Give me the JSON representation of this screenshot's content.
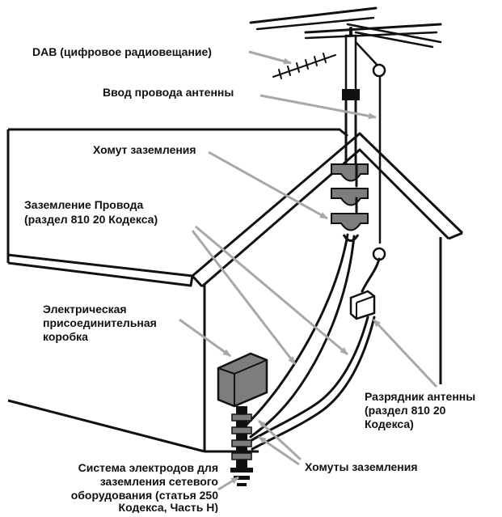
{
  "labels": {
    "dab": "DAB (цифровое радиовещание)",
    "antenna_lead_in": "Ввод провода антенны",
    "ground_clamp": "Хомут заземления",
    "ground_wire_1": "Заземление Провода",
    "ground_wire_2": "(раздел 810 20 Кодекса)",
    "junction_box_1": "Электрическая",
    "junction_box_2": "присоединительная",
    "junction_box_3": "коробка",
    "discharge_unit_1": "Разрядник антенны",
    "discharge_unit_2": "(раздел 810 20",
    "discharge_unit_3": "Кодекса)",
    "electrode_system_1": "Система электродов для",
    "electrode_system_2": "заземления сетевого",
    "electrode_system_3": "оборудования (статья 250",
    "electrode_system_4": "Кодекса, Часть H)",
    "ground_clamps": "Хомуты заземления"
  },
  "colors": {
    "line": "#111111",
    "arrow": "#a8a8a8",
    "box": "#7d7d7d",
    "background": "#ffffff"
  }
}
